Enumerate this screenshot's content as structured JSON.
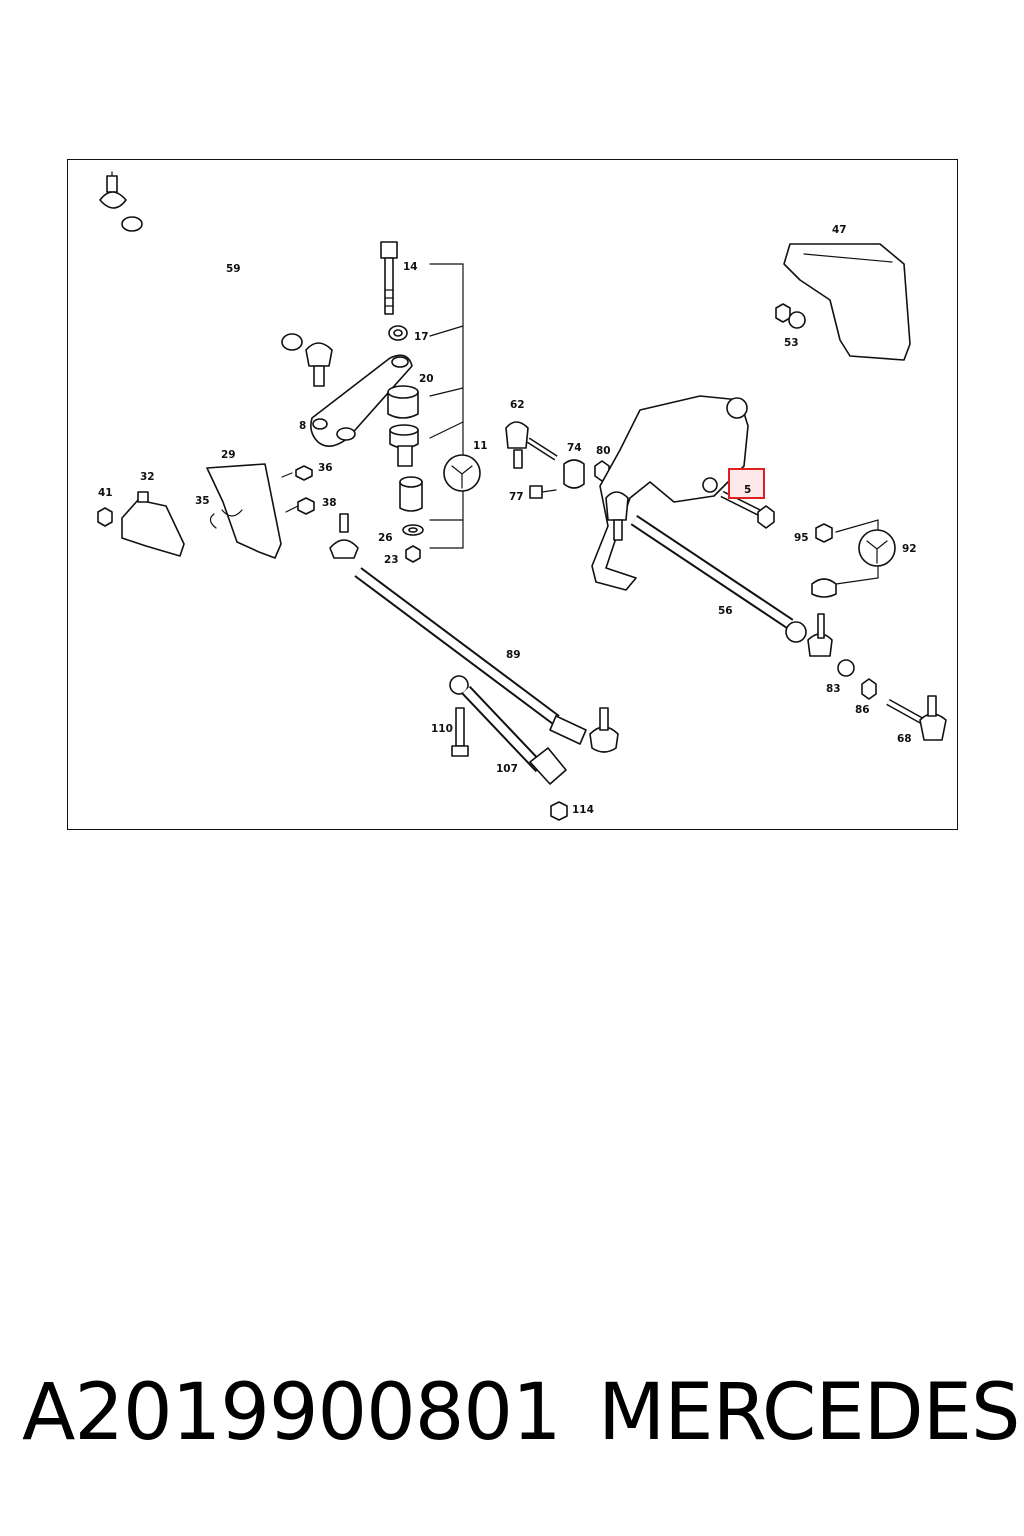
{
  "diagram": {
    "callouts": {
      "c59": "59",
      "c14": "14",
      "c17": "17",
      "c20": "20",
      "c8": "8",
      "c11": "11",
      "c29": "29",
      "c32": "32",
      "c35": "35",
      "c36": "36",
      "c38": "38",
      "c41": "41",
      "c26": "26",
      "c23": "23",
      "c62": "62",
      "c74": "74",
      "c80": "80",
      "c77": "77",
      "c47": "47",
      "c53": "53",
      "c5": "5",
      "c95": "95",
      "c92": "92",
      "c56": "56",
      "c89": "89",
      "c83": "83",
      "c86": "86",
      "c68": "68",
      "c110": "110",
      "c107": "107",
      "c114": "114"
    },
    "highlighted_callout": "5",
    "highlight_color": "#e02020"
  },
  "caption": {
    "part_number": "A2019900801",
    "brand": "MERCEDES"
  }
}
